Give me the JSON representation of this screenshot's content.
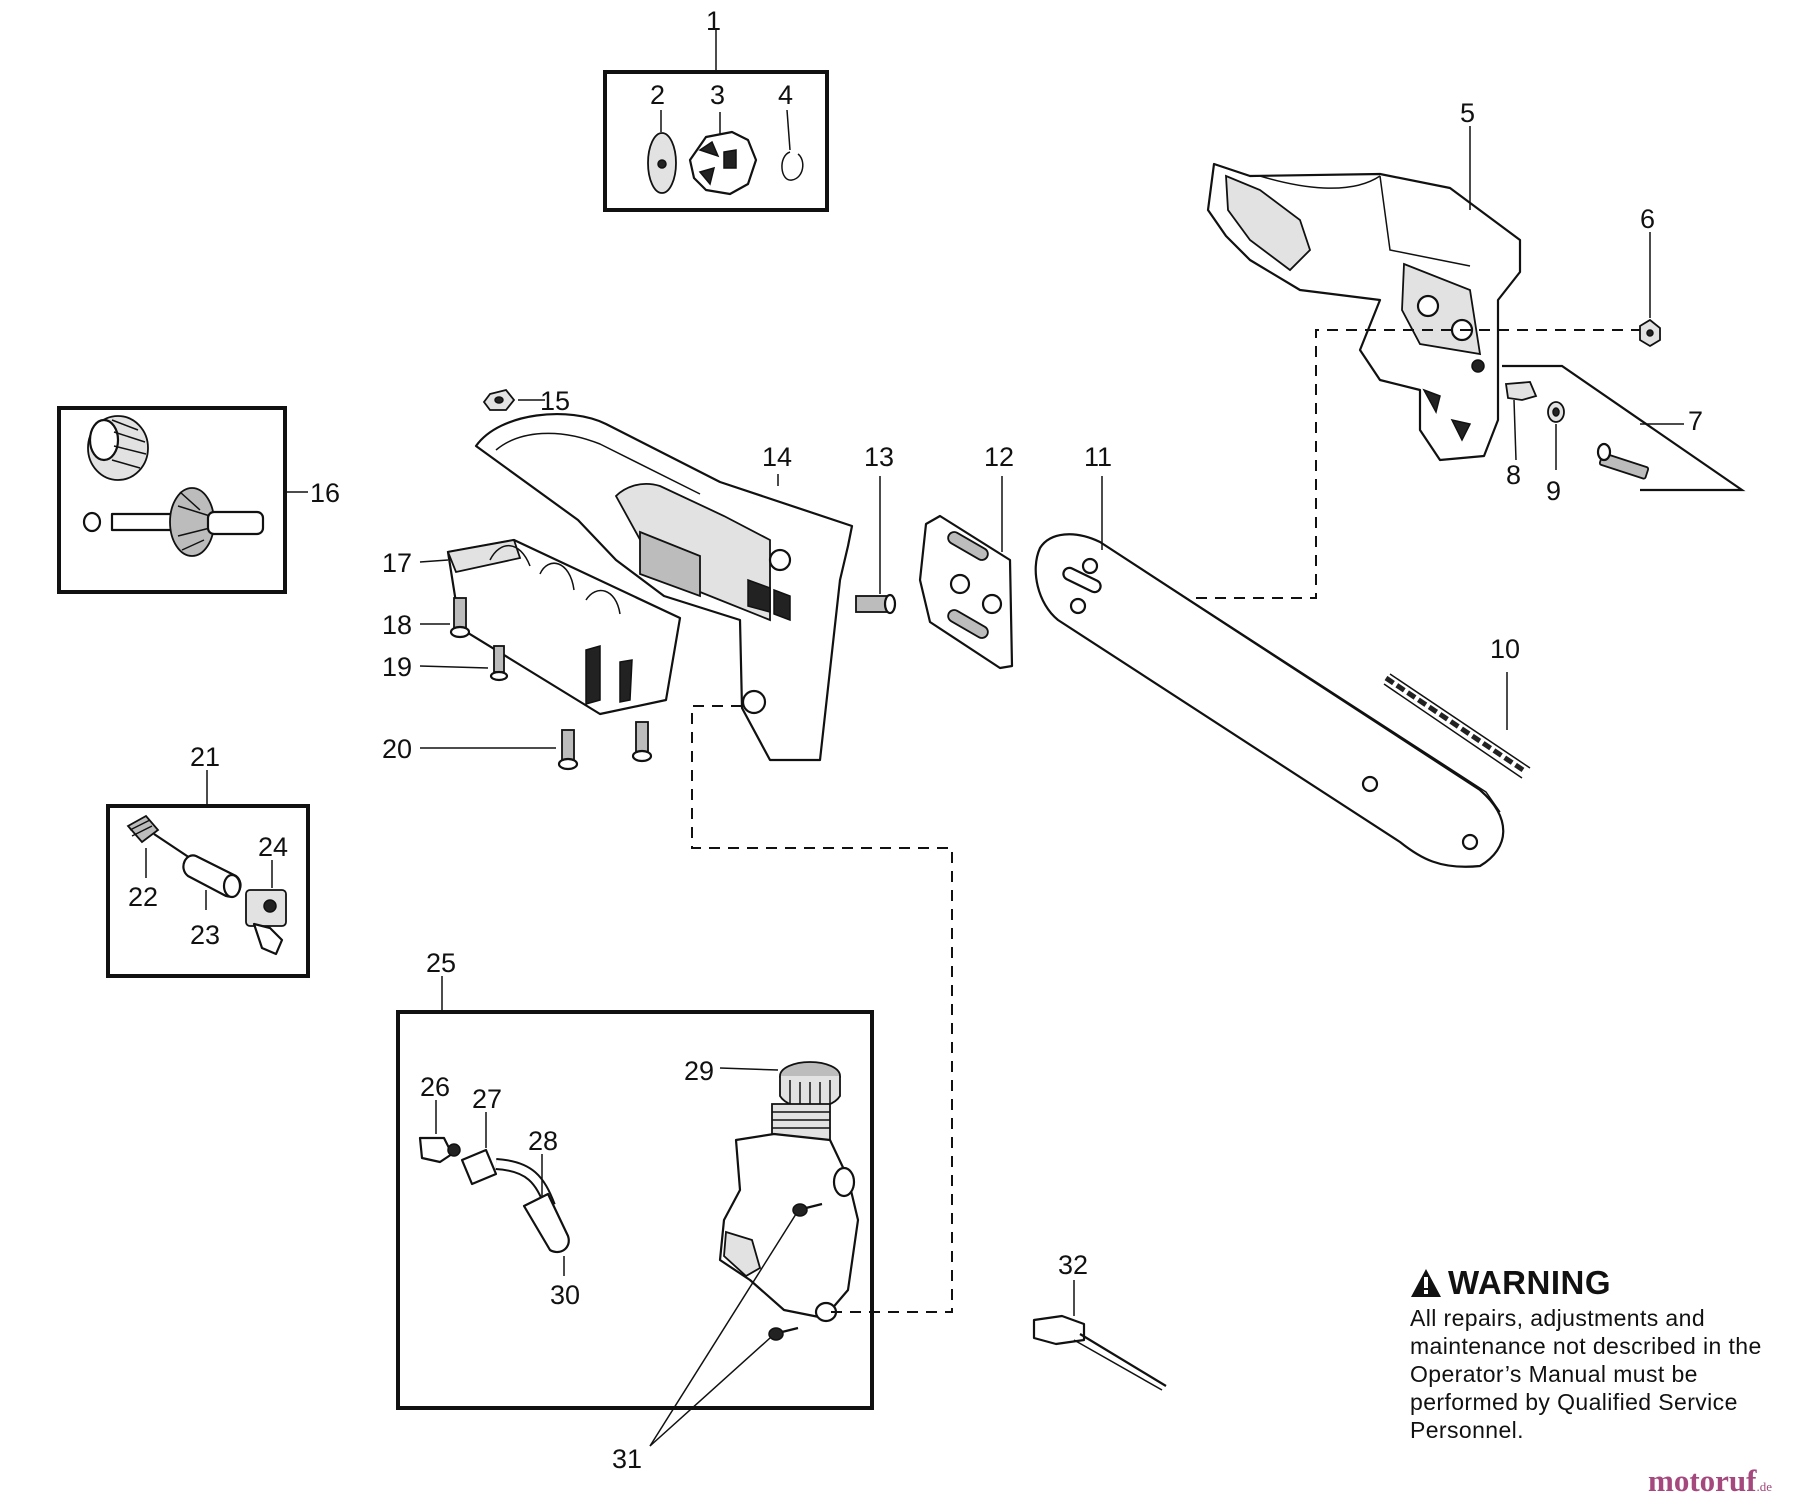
{
  "labels": {
    "p1": "1",
    "p2": "2",
    "p3": "3",
    "p4": "4",
    "p5": "5",
    "p6": "6",
    "p7": "7",
    "p8": "8",
    "p9": "9",
    "p10": "10",
    "p11": "11",
    "p12": "12",
    "p13": "13",
    "p14": "14",
    "p15": "15",
    "p16": "16",
    "p17": "17",
    "p18": "18",
    "p19": "19",
    "p20": "20",
    "p21": "21",
    "p22": "22",
    "p23": "23",
    "p24": "24",
    "p25": "25",
    "p26": "26",
    "p27": "27",
    "p28": "28",
    "p29": "29",
    "p30": "30",
    "p31": "31",
    "p32": "32"
  },
  "warning": {
    "title": "WARNING",
    "text": "All repairs, adjustments and maintenance not described in the Operator’s Manual must be performed by Qualified Service Personnel."
  },
  "watermark": {
    "name": "motoruf",
    "suffix": ".de"
  },
  "icons": {
    "warning": "warning-triangle-icon"
  }
}
